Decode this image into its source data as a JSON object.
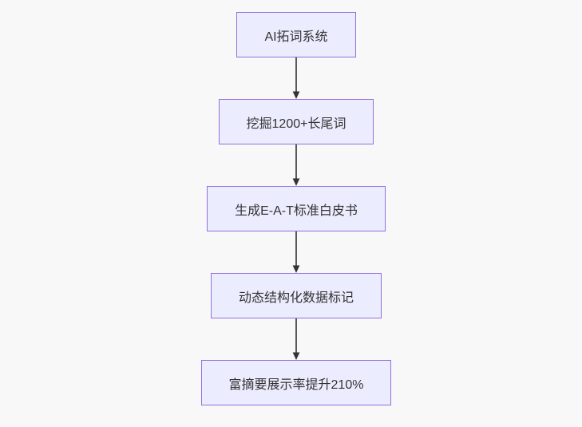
{
  "diagram": {
    "type": "flowchart",
    "direction": "top-down",
    "nodes": [
      {
        "id": "step-1",
        "label": "AI拓词系统"
      },
      {
        "id": "step-2",
        "label": "挖掘1200+长尾词"
      },
      {
        "id": "step-3",
        "label": "生成E-A-T标准白皮书"
      },
      {
        "id": "step-4",
        "label": "动态结构化数据标记"
      },
      {
        "id": "step-5",
        "label": "富摘要展示率提升210%"
      }
    ],
    "edges": [
      {
        "from": "step-1",
        "to": "step-2"
      },
      {
        "from": "step-2",
        "to": "step-3"
      },
      {
        "from": "step-3",
        "to": "step-4"
      },
      {
        "from": "step-4",
        "to": "step-5"
      }
    ],
    "colors": {
      "background": "#f8f8f8",
      "node_fill": "#ECECFF",
      "node_border": "#9370DB",
      "text": "#333333",
      "arrow": "#333333"
    }
  }
}
